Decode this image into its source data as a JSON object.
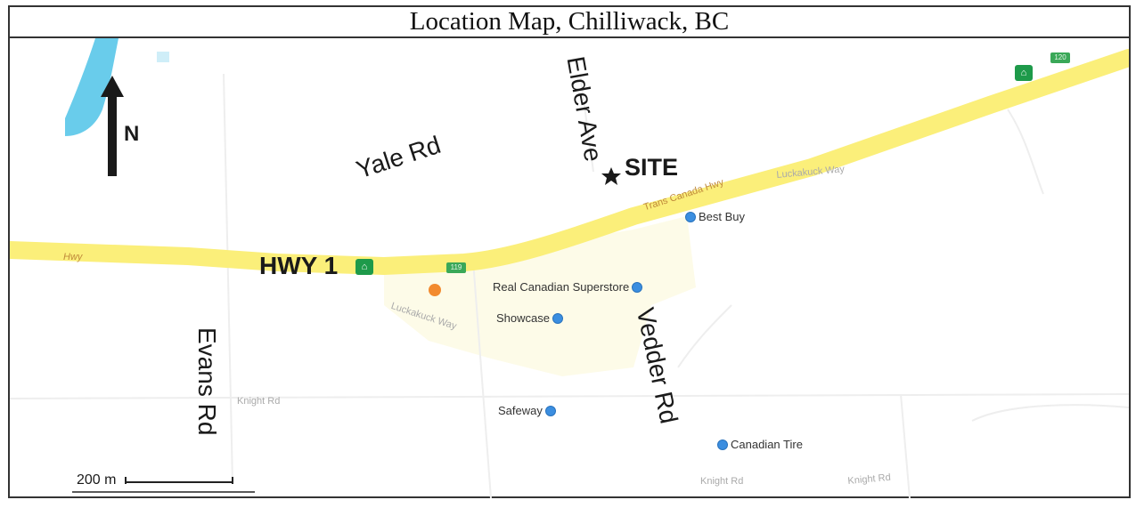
{
  "title": "Location Map, Chilliwack, BC",
  "north_label": "N",
  "scale_label": "200 m",
  "labels": {
    "yale_rd": "Yale Rd",
    "elder_ave": "Elder Ave",
    "site": "SITE",
    "hwy1": "HWY 1",
    "evans_rd": "Evans Rd",
    "vedder_rd": "Vedder Rd",
    "trans_canada": "Trans Canada Hwy",
    "luckakuck_way": "Luckakuck Way",
    "luckakuck_way_left": "Luckakuck Way",
    "knight_rd_left": "Knight Rd",
    "knight_rd_mid": "Knight Rd",
    "knight_rd_right": "Knight Rd",
    "hwy_left": "Hwy"
  },
  "pois": {
    "best_buy": "Best Buy",
    "superstore": "Real Canadian Superstore",
    "showcase": "Showcase",
    "safeway": "Safeway",
    "canadian_tire": "Canadian Tire"
  },
  "exits": {
    "exit_mid": "119",
    "exit_right": "120"
  },
  "colors": {
    "highway": "#fbef7a",
    "poi": "#3b8ee0",
    "shield": "#1e9a4a",
    "water": "#4fc3e8"
  }
}
